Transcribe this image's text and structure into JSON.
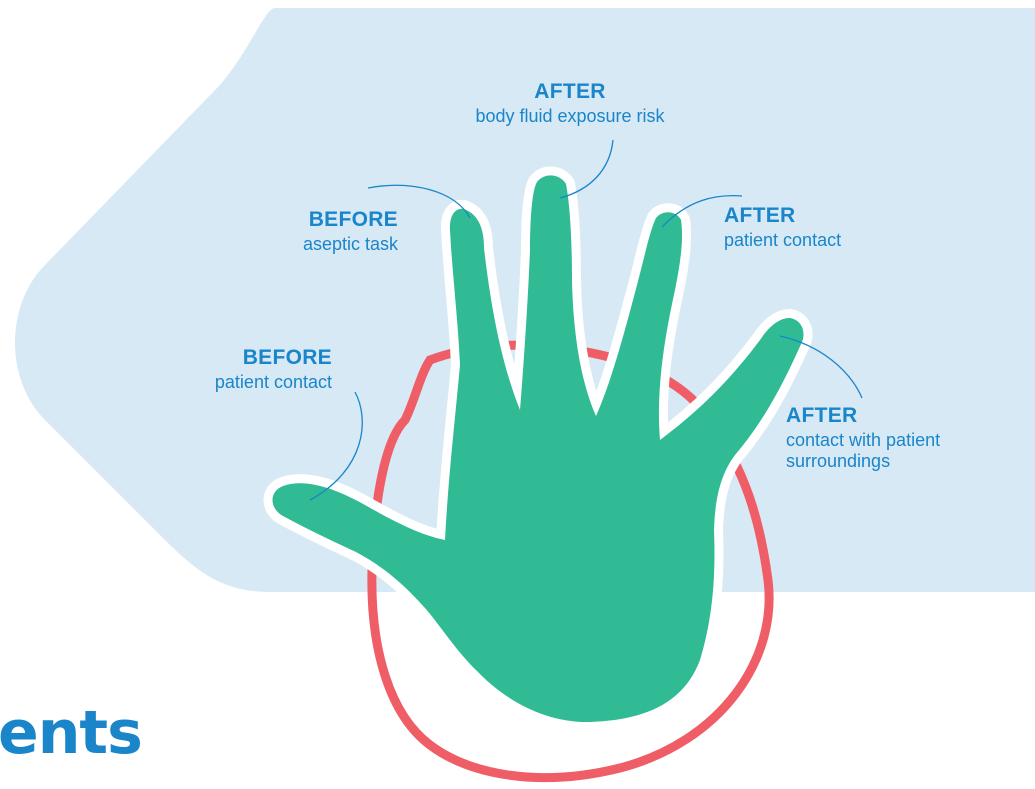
{
  "colors": {
    "panel": "#d6e9f5",
    "hand": "#30bb95",
    "hand_outline": "#ffffff",
    "ring": "#ef5e66",
    "text": "#1a85c9",
    "leader_line": "#1a85c9"
  },
  "labels": {
    "after_body_fluid": {
      "heading": "AFTER",
      "text": "body fluid exposure risk"
    },
    "before_aseptic": {
      "heading": "BEFORE",
      "text": "aseptic task"
    },
    "after_patient_contact": {
      "heading": "AFTER",
      "text": "patient contact"
    },
    "before_patient_contact": {
      "heading": "BEFORE",
      "text": "patient contact"
    },
    "after_surroundings": {
      "heading": "AFTER",
      "text_line1": "contact with patient",
      "text_line2": "surroundings"
    }
  },
  "partial_heading": "ents"
}
